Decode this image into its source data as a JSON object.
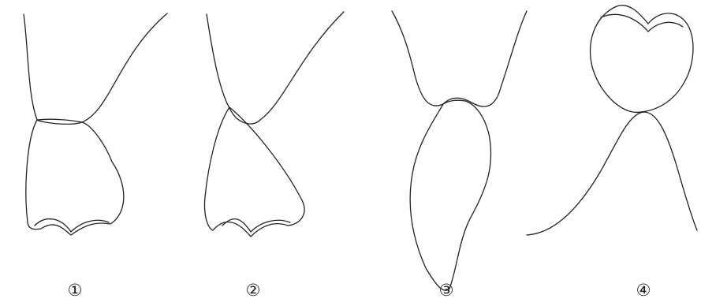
{
  "panels": [
    {
      "label": "①"
    },
    {
      "label": "②"
    },
    {
      "label": "③"
    },
    {
      "label": "④"
    }
  ]
}
